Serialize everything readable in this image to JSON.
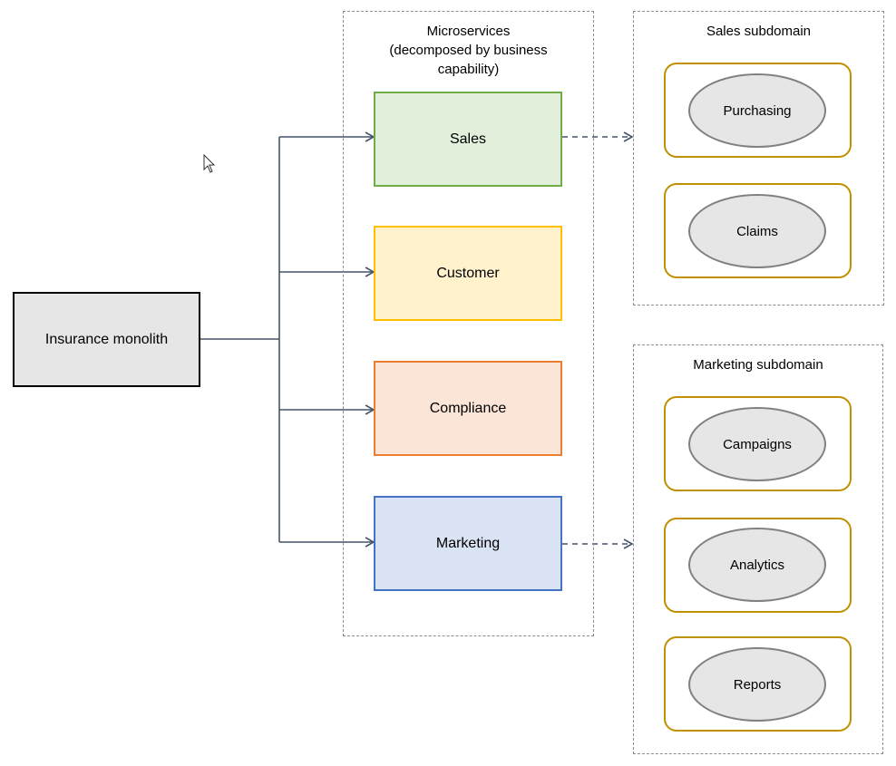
{
  "monolith": {
    "label": "Insurance monolith"
  },
  "microservices": {
    "title_lines": [
      "Microservices",
      "(decomposed by business",
      "capability)"
    ],
    "services": [
      {
        "label": "Sales",
        "fill": "#e2efda",
        "stroke": "#70ad47"
      },
      {
        "label": "Customer",
        "fill": "#fff2cc",
        "stroke": "#ffc000"
      },
      {
        "label": "Compliance",
        "fill": "#fbe5d6",
        "stroke": "#ed7d31"
      },
      {
        "label": "Marketing",
        "fill": "#dae3f3",
        "stroke": "#4472c4"
      }
    ]
  },
  "sales_subdomain": {
    "title": "Sales subdomain",
    "items": [
      "Purchasing",
      "Claims"
    ]
  },
  "marketing_subdomain": {
    "title": "Marketing subdomain",
    "items": [
      "Campaigns",
      "Analytics",
      "Reports"
    ]
  },
  "colors": {
    "connector": "#44546a",
    "subdomain_frame": "#bf9000",
    "group_border": "#8c8c8c"
  }
}
